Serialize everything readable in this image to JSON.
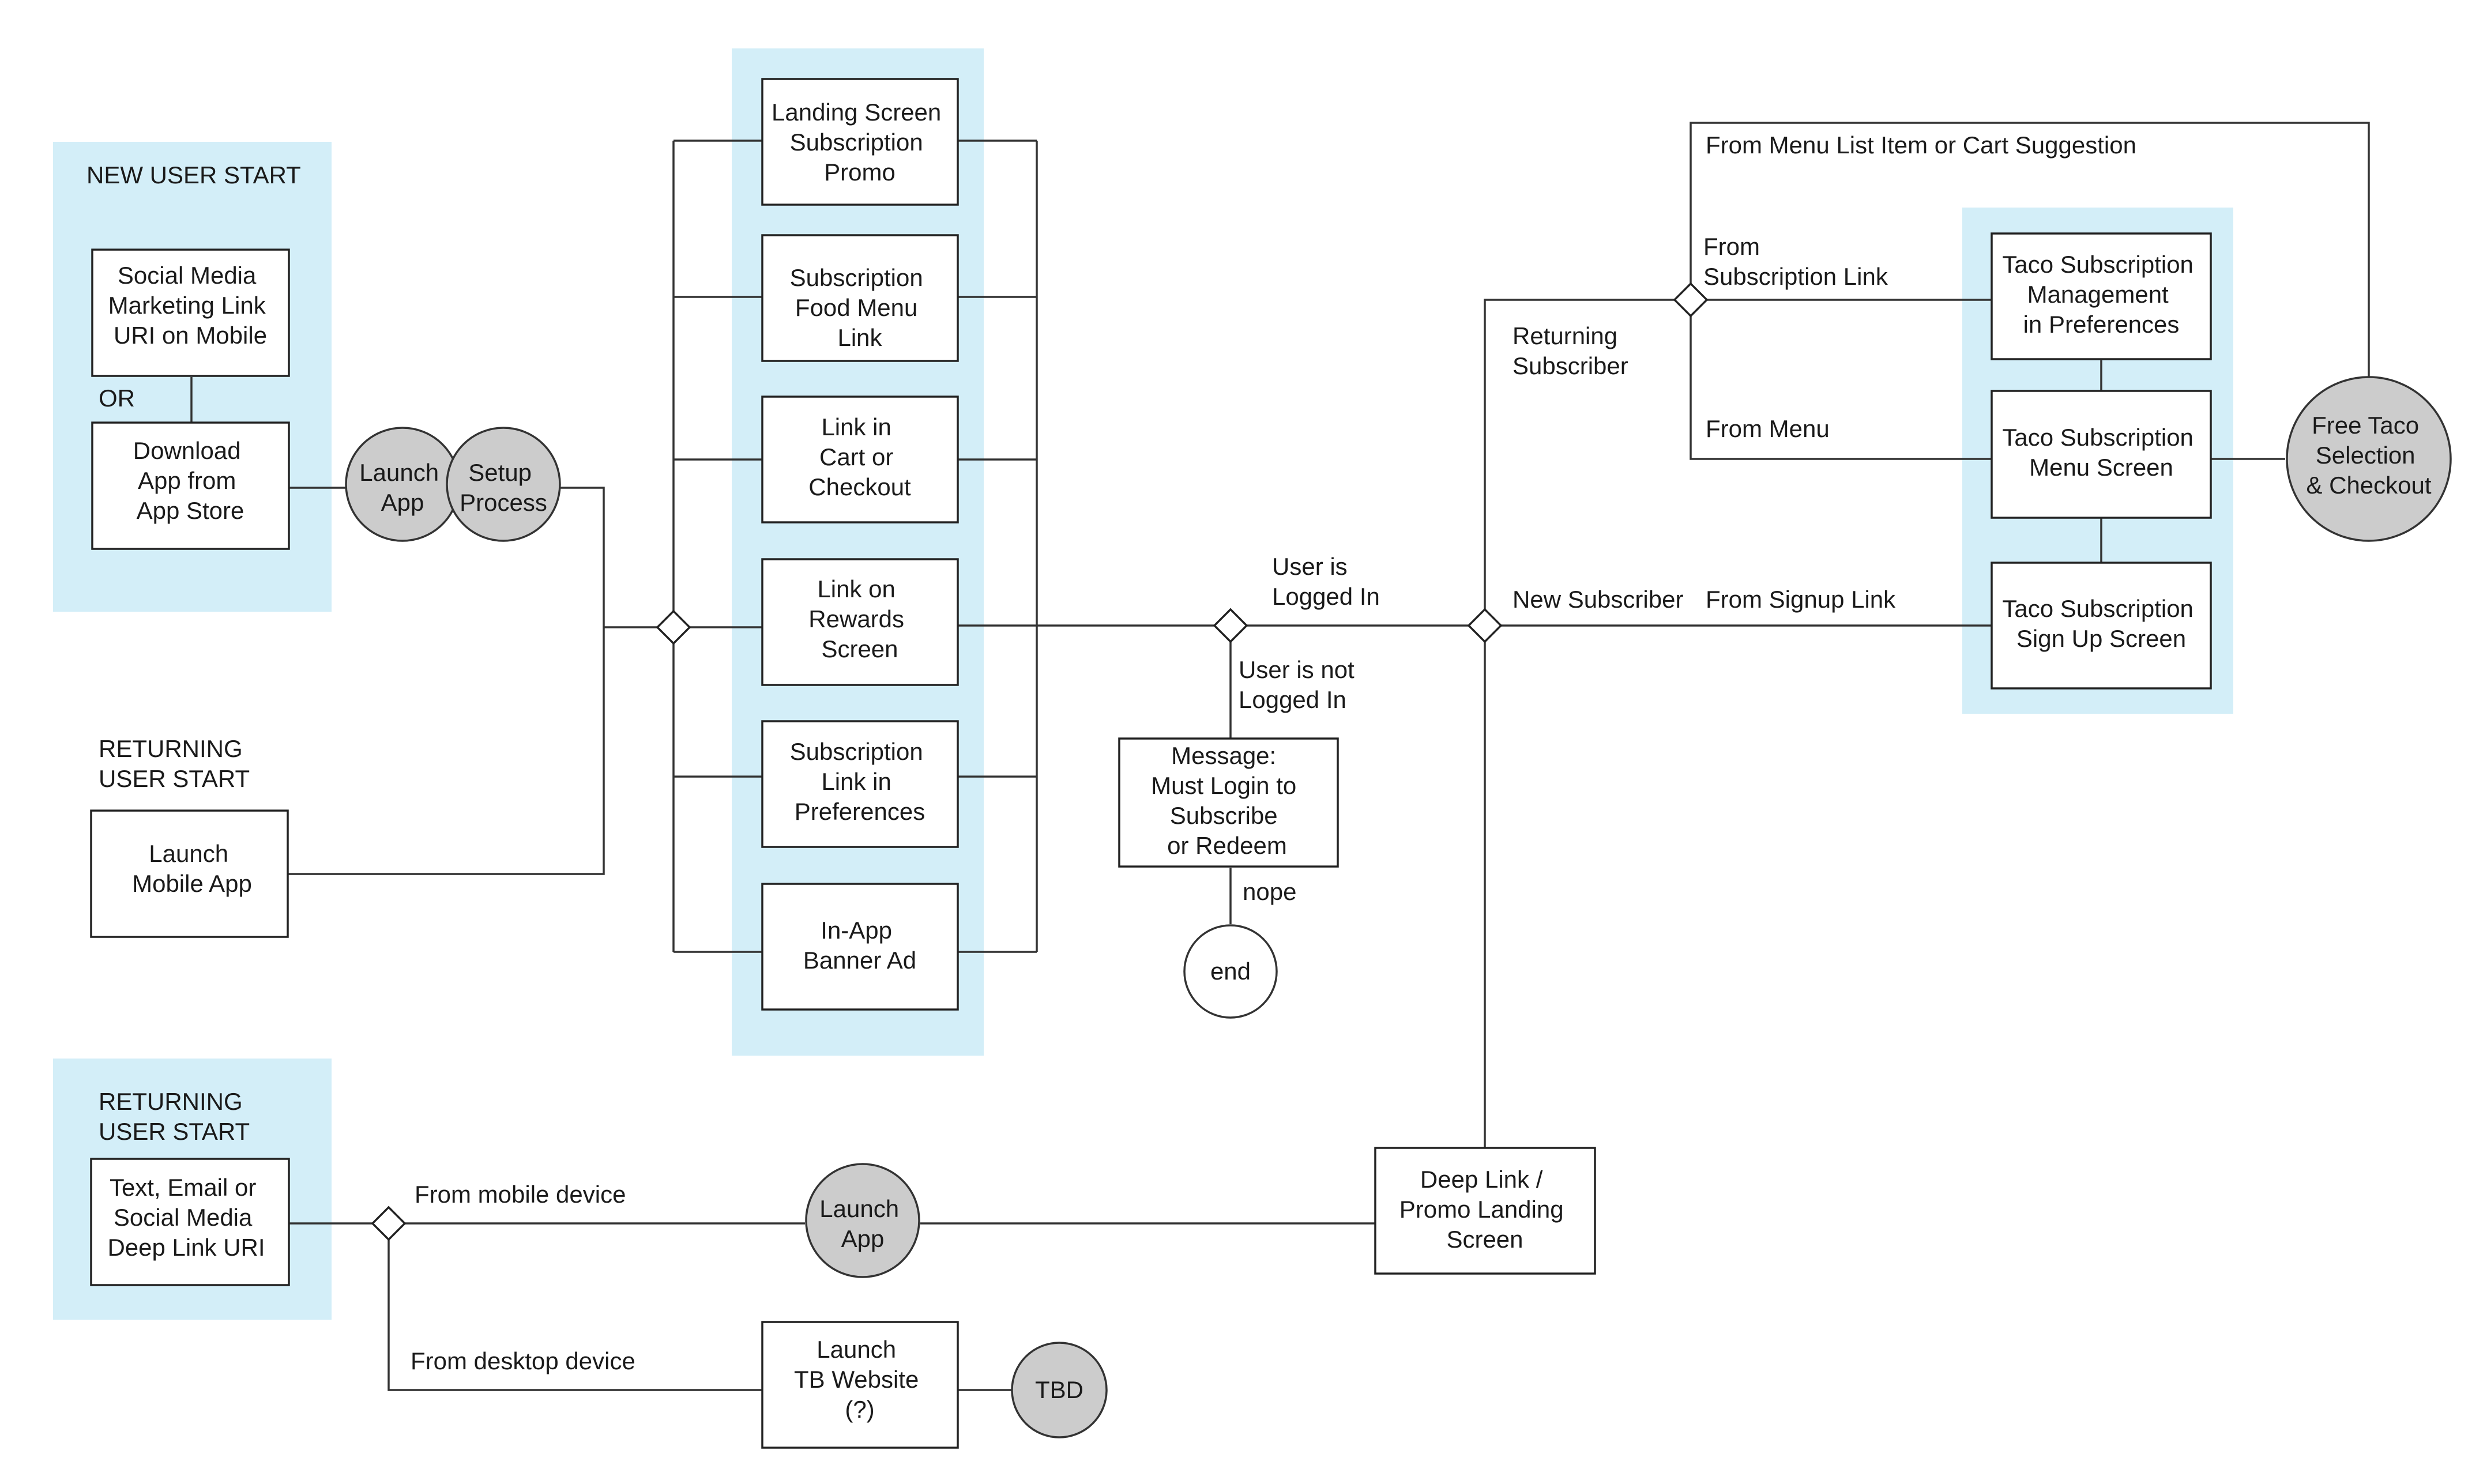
{
  "zones": {
    "new_user": "NEW USER START",
    "returning_user": [
      "RETURNING",
      "USER START"
    ],
    "returning_user_deeplink": [
      "RETURNING",
      "USER START"
    ]
  },
  "start_boxes": {
    "social_media": [
      "Social Media",
      "Marketing Link",
      "URI on Mobile"
    ],
    "or": "OR",
    "download_app": [
      "Download",
      "App from",
      "App Store"
    ],
    "launch_mobile": [
      "Launch",
      "Mobile App"
    ],
    "deep_link_uri": [
      "Text, Email or",
      "Social Media",
      "Deep Link URI"
    ]
  },
  "circles": {
    "launch_app_1": [
      "Launch",
      "App"
    ],
    "setup_process": [
      "Setup",
      "Process"
    ],
    "launch_app_2": [
      "Launch",
      "App"
    ],
    "tbd": "TBD",
    "end": "end",
    "free_taco": [
      "Free Taco",
      "Selection",
      "& Checkout"
    ]
  },
  "entry_points": [
    [
      "Landing Screen",
      "Subscription",
      "Promo"
    ],
    [
      "Subscription",
      "Food Menu",
      "Link"
    ],
    [
      "Link in",
      "Cart or",
      "Checkout"
    ],
    [
      "Link on",
      "Rewards",
      "Screen"
    ],
    [
      "Subscription",
      "Link in",
      "Preferences"
    ],
    [
      "In-App",
      "Banner Ad"
    ]
  ],
  "login_check": {
    "logged_in": [
      "User is",
      "Logged In"
    ],
    "not_logged_in": [
      "User is not",
      "Logged In"
    ],
    "message": [
      "Message:",
      "Must Login to",
      "Subscribe",
      "or Redeem"
    ],
    "nope": "nope"
  },
  "subscriber_check": {
    "returning": [
      "Returning",
      "Subscriber"
    ],
    "new": "New Subscriber",
    "from_signup": "From Signup Link",
    "from_sub_link": [
      "From",
      "Subscription Link"
    ],
    "from_menu": "From Menu",
    "from_menu_list": "From Menu List Item or Cart Suggestion"
  },
  "taco_screens": {
    "management": [
      "Taco Subscription",
      "Management",
      "in Preferences"
    ],
    "menu": [
      "Taco Subscription",
      "Menu Screen"
    ],
    "signup": [
      "Taco Subscription",
      "Sign Up Screen"
    ]
  },
  "deeplink_flow": {
    "from_mobile": "From mobile device",
    "from_desktop": "From desktop device",
    "launch_website": [
      "Launch",
      "TB Website",
      "(?)"
    ],
    "deep_link_landing": [
      "Deep Link /",
      "Promo Landing",
      "Screen"
    ]
  }
}
